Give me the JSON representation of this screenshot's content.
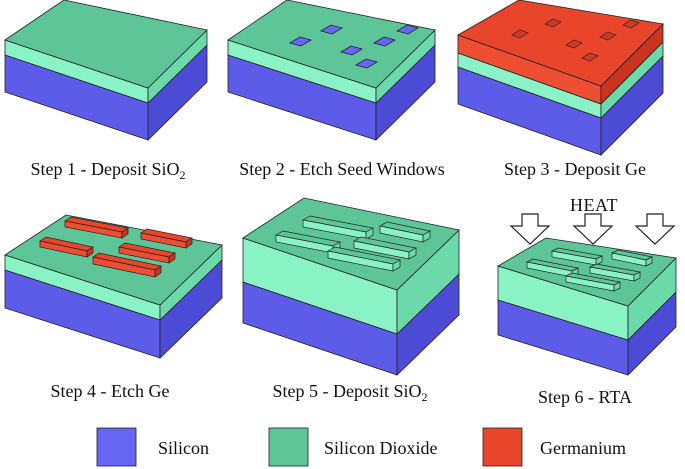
{
  "colors": {
    "silicon": "#6666f2",
    "silicon_side": "#4b4bd6",
    "silicon_front": "#5c5ce8",
    "oxide_top": "#5ec598",
    "oxide_front": "#8af3c6",
    "oxide_side": "#6cd9ab",
    "germanium_top": "#e8452b",
    "germanium_front": "#f04e32",
    "germanium_side": "#c9351f",
    "outline": "#222222"
  },
  "steps": [
    {
      "id": 1,
      "caption_main": "Step 1 - Deposit SiO",
      "caption_sub": "2"
    },
    {
      "id": 2,
      "caption_main": "Step 2 - Etch Seed Windows",
      "caption_sub": ""
    },
    {
      "id": 3,
      "caption_main": "Step 3 - Deposit Ge",
      "caption_sub": ""
    },
    {
      "id": 4,
      "caption_main": "Step 4 - Etch Ge",
      "caption_sub": ""
    },
    {
      "id": 5,
      "caption_main": "Step 5 - Deposit SiO",
      "caption_sub": "2"
    },
    {
      "id": 6,
      "caption_main": "Step 6 - RTA",
      "caption_sub": ""
    }
  ],
  "heat_label": "HEAT",
  "legend": [
    {
      "label": "Silicon",
      "color": "#6666f2"
    },
    {
      "label": "Silicon Dioxide",
      "color": "#5ec598"
    },
    {
      "label": "Germanium",
      "color": "#e8452b"
    }
  ]
}
